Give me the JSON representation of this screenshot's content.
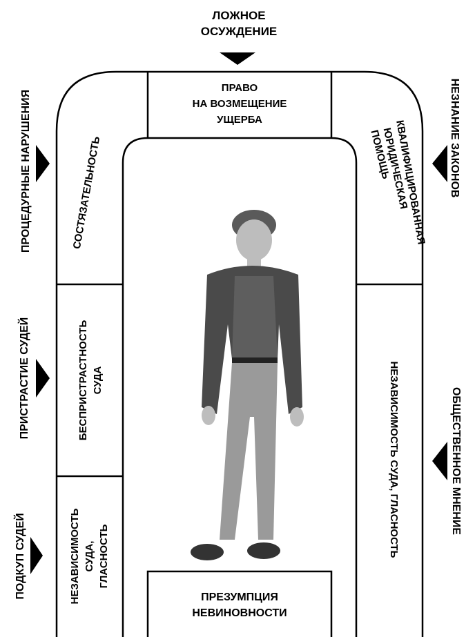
{
  "threats": {
    "top": {
      "line1": "ЛОЖНОЕ",
      "line2": "ОСУЖДЕНИЕ"
    },
    "left_top": "ПРОЦЕДУРНЫЕ НАРУШЕНИЯ",
    "left_middle": "ПРИСТРАСТИЕ СУДЕЙ",
    "left_bottom": "ПОДКУП СУДЕЙ",
    "right_top": "НЕЗНАНИЕ ЗАКОНОВ",
    "right_bottom": "ОБЩЕСТВЕННОЕ МНЕНИЕ"
  },
  "guarantees": {
    "top": {
      "line1": "ПРАВО",
      "line2": "НА ВОЗМЕЩЕНИЕ",
      "line3": "УЩЕРБА"
    },
    "left_upper": "СОСТЯЗАТЕЛЬНОСТЬ",
    "left_middle": {
      "line1": "БЕСПРИСТРАСТНОСТЬ",
      "line2": "СУДА"
    },
    "left_lower": {
      "line1": "НЕЗАВИСИМОСТЬ",
      "line2": "СУДА,",
      "line3": "ГЛАСНОСТЬ"
    },
    "right_upper": {
      "line1": "КВАЛИФИЦИРОВАННАЯ",
      "line2": "ЮРИДИЧЕСКАЯ",
      "line3": "ПОМОЩЬ"
    },
    "right_lower": "НЕЗАВИСИМОСТЬ СУДА, ГЛАСНОСТЬ",
    "bottom": {
      "line1": "ПРЕЗУМПЦИЯ",
      "line2": "НЕВИНОВНОСТИ"
    }
  },
  "colors": {
    "ink": "#000000",
    "paper": "#ffffff",
    "photo": "#6b6b6b"
  }
}
